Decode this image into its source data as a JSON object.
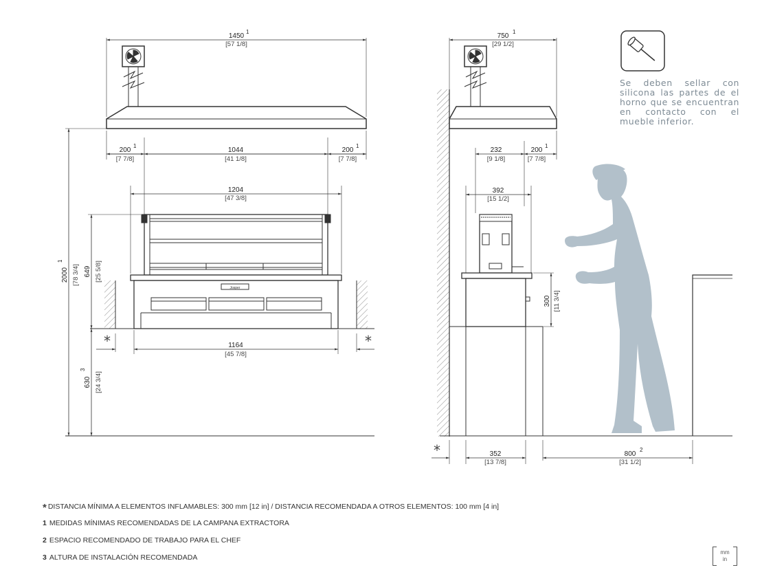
{
  "dimensions": {
    "hood_width": "1450",
    "hood_width_in": "[57 1/8]",
    "hood_width_note": "1",
    "hood_left": "200",
    "hood_left_in": "[7 7/8]",
    "hood_left_note": "1",
    "hood_center": "1044",
    "hood_center_in": "[41 1/8]",
    "hood_right": "200",
    "hood_right_in": "[7 7/8]",
    "hood_right_note": "1",
    "oven_width": "1204",
    "oven_width_in": "[47 3/8]",
    "oven_height": "649",
    "oven_height_in": "[25 5/8]",
    "hood_height": "2000",
    "hood_height_in": "[78 3/4]",
    "hood_height_note": "1",
    "cabinet_width": "1164",
    "cabinet_width_in": "[45 7/8]",
    "install_height": "630",
    "install_height_in": "[24 3/4]",
    "install_height_note": "3",
    "side_hood_width": "750",
    "side_hood_width_in": "[29 1/2]",
    "side_hood_width_note": "1",
    "side_top_a": "232",
    "side_top_a_in": "[9 1/8]",
    "side_top_b": "200",
    "side_top_b_in": "[7 7/8]",
    "side_top_b_note": "1",
    "side_oven_depth": "392",
    "side_oven_depth_in": "[15 1/2]",
    "side_base_height": "300",
    "side_base_height_in": "[11 3/4]",
    "side_base_depth": "352",
    "side_base_depth_in": "[13 7/8]",
    "chef_space": "800",
    "chef_space_in": "[31 1/2]",
    "chef_space_note": "2"
  },
  "asterisk": "*",
  "oven_badge": "Josper",
  "note_text": "Se deben sellar con silicona las partes de el horno que se encuentran en contacto con el mueble inferior.",
  "legend": [
    {
      "key": "*",
      "text": "DISTANCIA MÍNIMA A ELEMENTOS INFLAMABLES: 300 mm [12 in] / DISTANCIA RECOMENDADA A OTROS ELEMENTOS: 100 mm [4 in]"
    },
    {
      "key": "1",
      "text": "MEDIDAS MÍNIMAS RECOMENDADAS DE LA CAMPANA EXTRACTORA"
    },
    {
      "key": "2",
      "text": "ESPACIO RECOMENDADO DE TRABAJO PARA EL CHEF"
    },
    {
      "key": "3",
      "text": "ALTURA DE INSTALACIÓN RECOMENDADA"
    }
  ],
  "units": {
    "top": "mm",
    "bottom": "in"
  },
  "colors": {
    "line": "#333333",
    "silhouette": "#b2c0ca",
    "note": "#7e8b95",
    "hatch": "#888888"
  }
}
